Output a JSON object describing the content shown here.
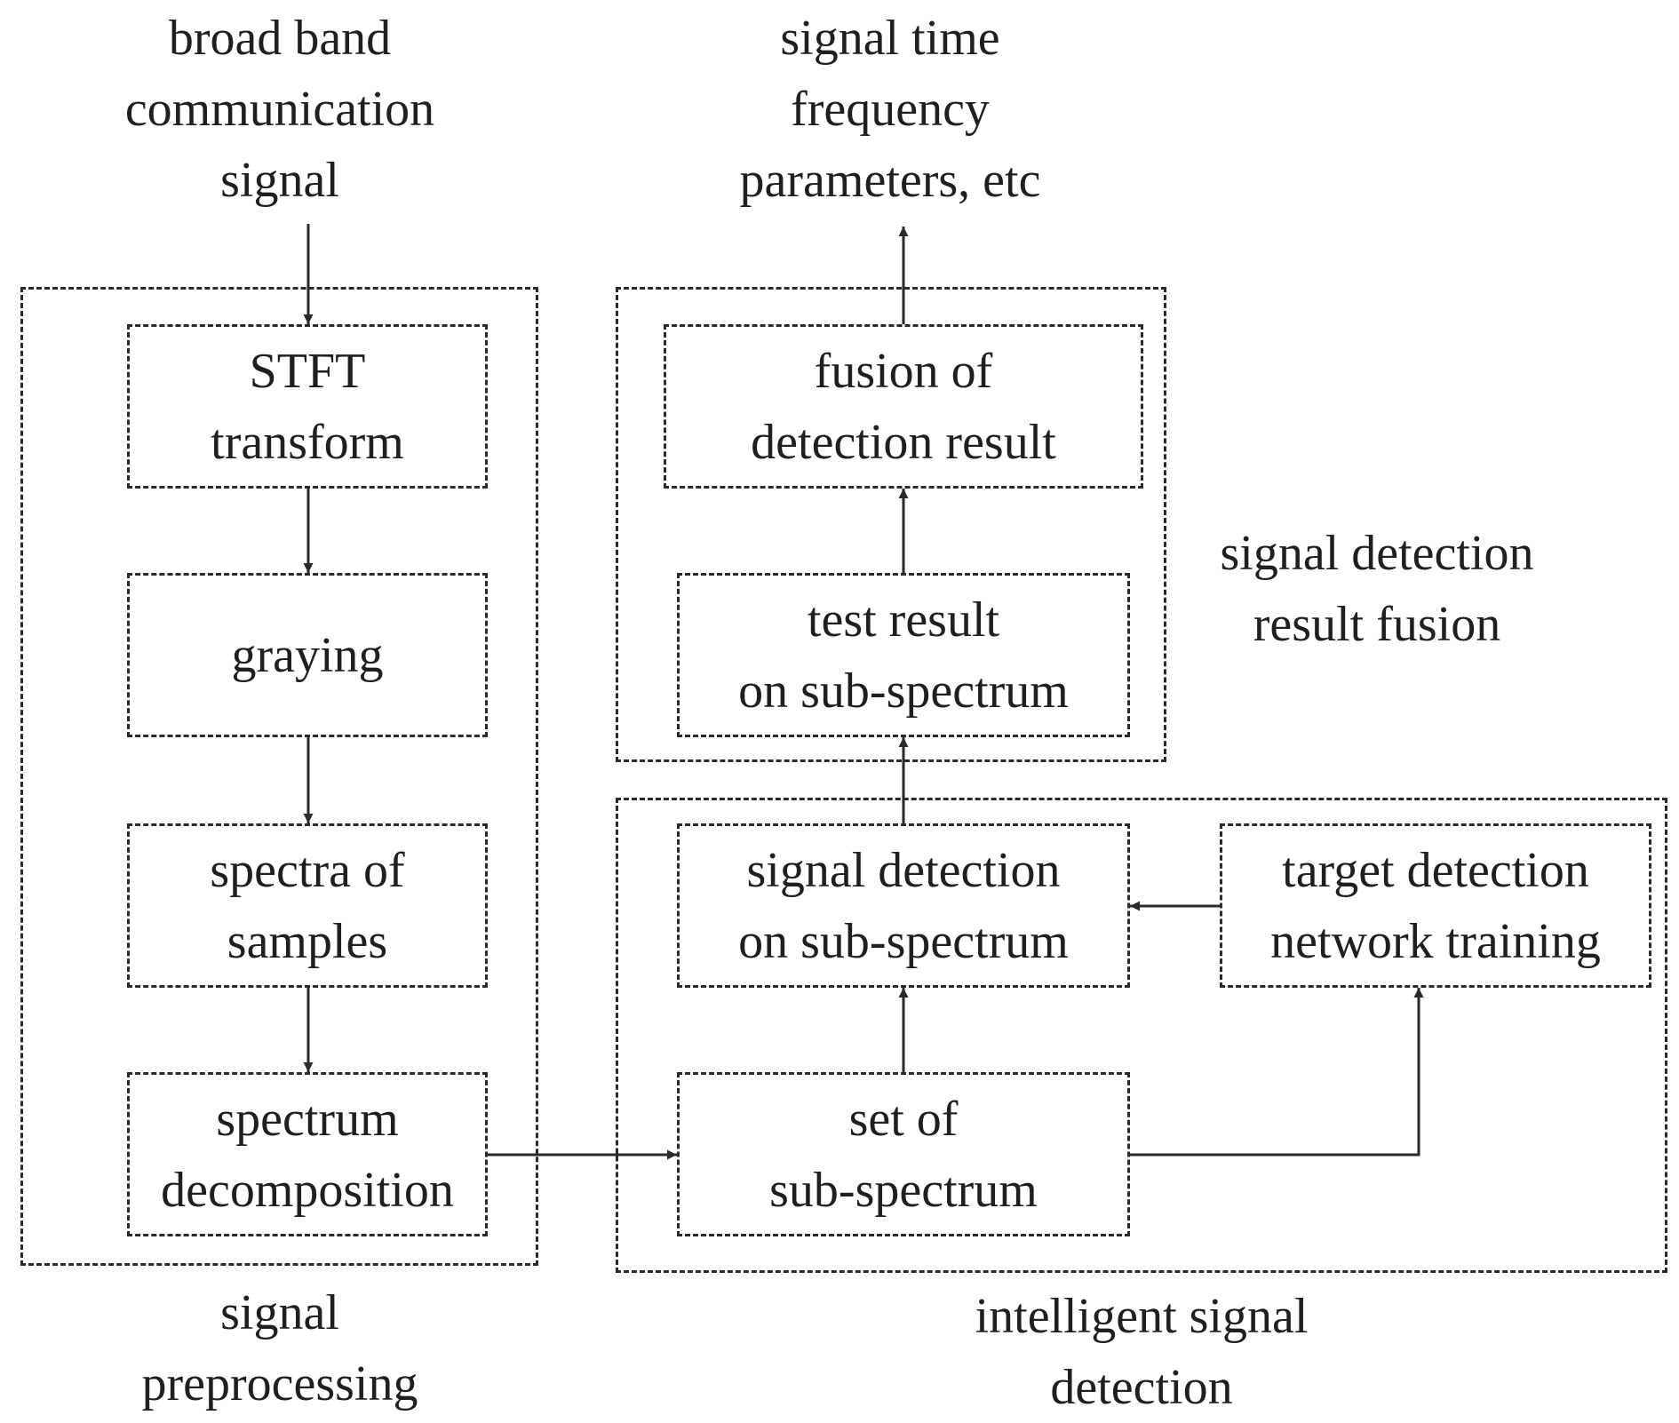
{
  "colors": {
    "line": "#2a2a2a",
    "text": "#1f1f1f",
    "background": "#ffffff"
  },
  "labels": {
    "input": [
      "broad band",
      "communication",
      "signal"
    ],
    "output": [
      "signal time",
      "frequency",
      "parameters, etc"
    ],
    "fusion_group": [
      "signal detection",
      "result fusion"
    ],
    "preprocessing_group": [
      "signal",
      "preprocessing"
    ],
    "detection_group": [
      "intelligent signal",
      "detection"
    ]
  },
  "boxes": {
    "stft": [
      "STFT",
      "transform"
    ],
    "graying": [
      "graying"
    ],
    "spectra": [
      "spectra of",
      "samples"
    ],
    "decomposition": [
      "spectrum",
      "decomposition"
    ],
    "fusion": [
      "fusion of",
      "detection result"
    ],
    "test_result": [
      "test result",
      "on sub-spectrum"
    ],
    "signal_detection": [
      "signal detection",
      "on sub-spectrum"
    ],
    "target_detection": [
      "target detection",
      "network training"
    ],
    "sub_spectrum_set": [
      "set of",
      "sub-spectrum"
    ]
  }
}
